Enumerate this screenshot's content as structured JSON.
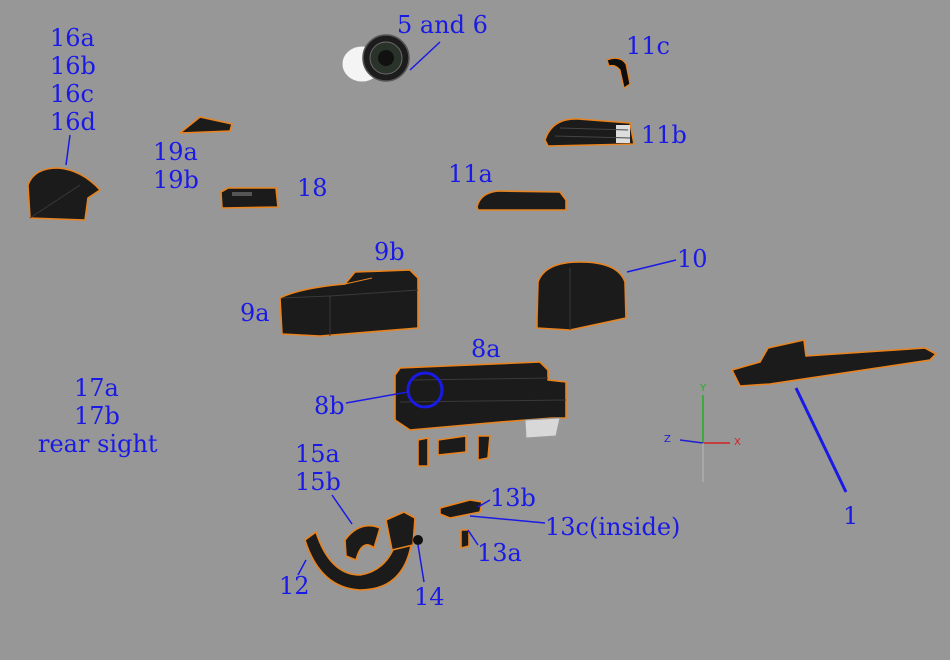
{
  "labels": {
    "l_5_6": "5 and 6",
    "l_11c": "11c",
    "l_11b": "11b",
    "l_11a": "11a",
    "l_16a": "16a",
    "l_16b": "16b",
    "l_16c": "16c",
    "l_16d": "16d",
    "l_19a": "19a",
    "l_19b": "19b",
    "l_18": "18",
    "l_9b": "9b",
    "l_9a": "9a",
    "l_10": "10",
    "l_8a": "8a",
    "l_8b": "8b",
    "l_17a": "17a",
    "l_17b": "17b",
    "l_rear": "rear sight",
    "l_15a": "15a",
    "l_15b": "15b",
    "l_13b": "13b",
    "l_13c": "13c(inside)",
    "l_13a": "13a",
    "l_12": "12",
    "l_14": "14",
    "l_1": "1"
  },
  "axes": {
    "y": "Y",
    "z": "Z",
    "x": "X"
  },
  "colors": {
    "background": "#979797",
    "label": "#1a1ae6",
    "part_fill": "#1b1b1b",
    "part_outline": "#e8831f",
    "axis_x": "#d22020",
    "axis_y": "#20b020",
    "axis_z": "#2020d2"
  }
}
